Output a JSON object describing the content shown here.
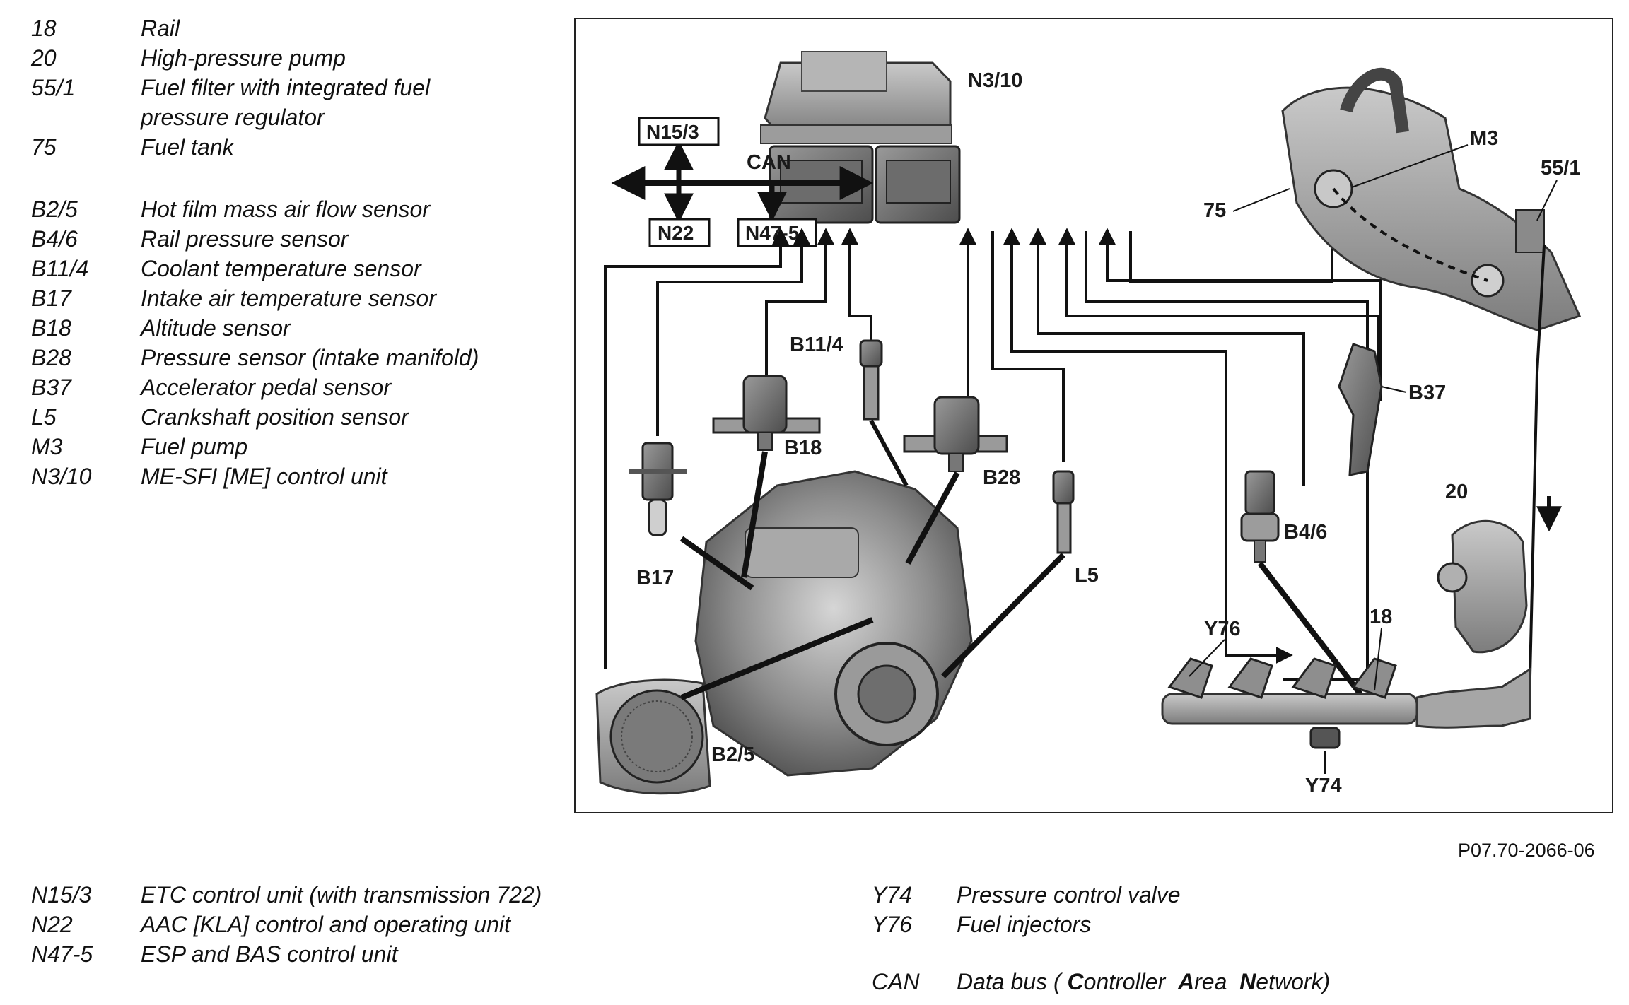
{
  "legend_top": [
    {
      "code": "18",
      "desc": "Rail"
    },
    {
      "code": "20",
      "desc": "High-pressure pump"
    },
    {
      "code": "55/1",
      "desc": "Fuel filter with integrated fuel"
    },
    {
      "code": "",
      "desc": "pressure regulator"
    },
    {
      "code": "75",
      "desc": "Fuel tank"
    },
    {
      "code": "B2/5",
      "desc": "Hot film mass air flow sensor"
    },
    {
      "code": "B4/6",
      "desc": "Rail pressure sensor"
    },
    {
      "code": "B11/4",
      "desc": "Coolant temperature sensor"
    },
    {
      "code": "B17",
      "desc": "Intake air temperature sensor"
    },
    {
      "code": "B18",
      "desc": "Altitude sensor"
    },
    {
      "code": "B28",
      "desc": "Pressure sensor (intake manifold)"
    },
    {
      "code": "B37",
      "desc": "Accelerator pedal sensor"
    },
    {
      "code": "L5",
      "desc": "Crankshaft position sensor"
    },
    {
      "code": "M3",
      "desc": "Fuel pump"
    },
    {
      "code": "N3/10",
      "desc": "ME-SFI [ME] control unit"
    }
  ],
  "legend_bottom_left": [
    {
      "code": "N15/3",
      "desc": "ETC control unit (with transmission 722)"
    },
    {
      "code": "N22",
      "desc": "AAC [KLA] control and operating unit"
    },
    {
      "code": "N47-5",
      "desc": "ESP and BAS control unit"
    }
  ],
  "legend_bottom_right": [
    {
      "code": "Y74",
      "desc": "Pressure control valve"
    },
    {
      "code": "Y76",
      "desc": "Fuel injectors"
    }
  ],
  "can_legend": {
    "code": "CAN",
    "pre": "Data bus ( ",
    "c": "C",
    "ontroller": "ontroller  ",
    "a": "A",
    "rea": "rea  ",
    "n": "N",
    "etwork": "etwork)"
  },
  "figure_code": "P07.70-2066-06",
  "diagram": {
    "labels": {
      "n3_10": "N3/10",
      "can": "CAN",
      "n15_3": "N15/3",
      "n22": "N22",
      "n47_5": "N47-5",
      "m3": "M3",
      "tank": "75",
      "filter": "55/1",
      "b11_4": "B11/4",
      "b18": "B18",
      "b28": "B28",
      "b17": "B17",
      "l5": "L5",
      "b37": "B37",
      "b4_6": "B4/6",
      "pump": "20",
      "rail": "18",
      "y76": "Y76",
      "y74": "Y74",
      "b2_5": "B2/5"
    }
  }
}
